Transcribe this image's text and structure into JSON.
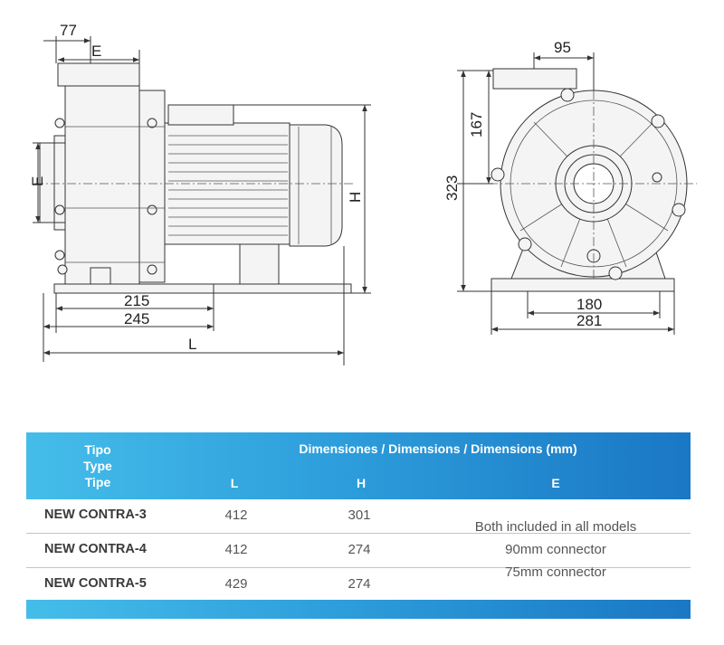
{
  "drawing": {
    "side_view": {
      "dim_77": "77",
      "dim_e_top": "E",
      "dim_e_side": "E",
      "dim_h": "H",
      "dim_215": "215",
      "dim_245": "245",
      "dim_l": "L"
    },
    "front_view": {
      "dim_95": "95",
      "dim_167": "167",
      "dim_323": "323",
      "dim_180": "180",
      "dim_281": "281"
    }
  },
  "table": {
    "header": {
      "type_labels": [
        "Tipo",
        "Type",
        "Tipe"
      ],
      "dimensions_title": "Dimensiones / Dimensions / Dimensions (mm)",
      "col_l": "L",
      "col_h": "H",
      "col_e": "E"
    },
    "rows": [
      {
        "name": "NEW CONTRA-3",
        "l": "412",
        "h": "301"
      },
      {
        "name": "NEW CONTRA-4",
        "l": "412",
        "h": "274"
      },
      {
        "name": "NEW CONTRA-5",
        "l": "429",
        "h": "274"
      }
    ],
    "e_note": [
      "Both included in all models",
      "90mm connector",
      "75mm connector"
    ]
  }
}
